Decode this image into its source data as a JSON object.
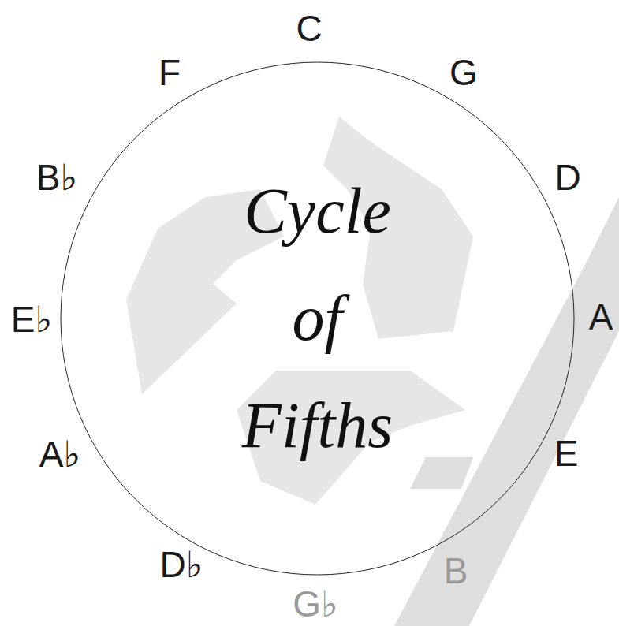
{
  "diagram": {
    "nodes": [
      {
        "text": [
          "Cycle of Fifths"
        ]
      }
    ],
    "labels": [
      "C",
      "G",
      "D",
      "A",
      "E",
      "B",
      "G♭",
      "D♭",
      "A♭",
      "E♭",
      "B♭",
      "F"
    ]
  }
}
